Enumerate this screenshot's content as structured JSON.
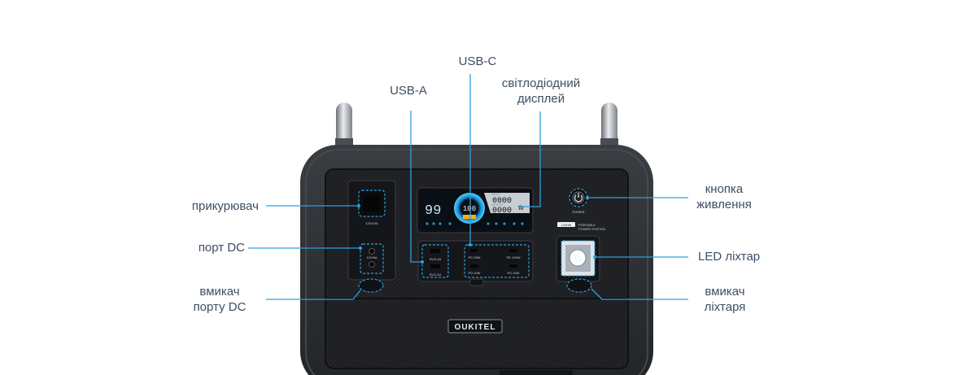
{
  "callouts": {
    "usb_a": "USB-A",
    "usb_c": "USB-C",
    "led_display": [
      "світлодіодний",
      "дисплей"
    ],
    "cigarette_lighter": "прикурювач",
    "dc_port": "порт DC",
    "dc_switch": [
      "вмикач",
      "порту DC"
    ],
    "power_button": [
      "кнопка",
      "живлення"
    ],
    "led_light": "LED ліхтар",
    "light_switch": [
      "вмикач",
      "ліхтаря"
    ]
  },
  "device": {
    "brand": "OUKITEL",
    "screen": {
      "battery_percent": "99",
      "center_value": "100",
      "input_value": "0000",
      "output_value": "0000",
      "input_label": "INPUT",
      "output_label": "OUTPUT",
      "unit": "W"
    },
    "port_labels": {
      "cig": "12V/10A",
      "dc": "12V/5A",
      "usb_a_1": "5V/2.4A",
      "usb_a_2": "5V/2.4A",
      "usb_c_1": "PD 20W",
      "usb_c_2": "PD 20W",
      "usb_c_3": "PD 100W",
      "usb_c_4": "PD 20W",
      "power": "POWER",
      "model": "1200W",
      "product_line1": "PORTABLE",
      "product_line2": "POWER STATION"
    }
  },
  "colors": {
    "accent": "#2f9fe0",
    "label_text": "#3d4f63",
    "device_body": "#2a2d31",
    "panel": "#1b1c1f",
    "screen": "#0a0f15"
  }
}
